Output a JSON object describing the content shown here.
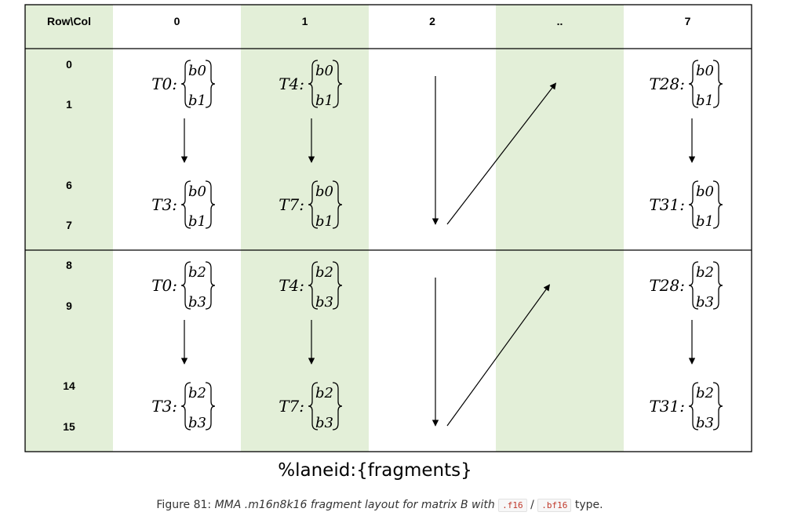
{
  "colors": {
    "shade": "#e3efd8",
    "line": "#000000",
    "code_text": "#c0392b"
  },
  "table": {
    "corner_label": "Row\\Col",
    "col_headers": [
      "0",
      "1",
      "2",
      "..",
      "7"
    ],
    "shaded_columns": [
      1,
      3
    ],
    "row_labels": [
      "0",
      "1",
      "6",
      "7",
      "8",
      "9",
      "14",
      "15"
    ],
    "blocks": [
      {
        "fragments": [
          "b0",
          "b1"
        ],
        "threads": [
          [
            "T0:",
            "T3:"
          ],
          [
            "T4:",
            "T7:"
          ],
          null,
          null,
          [
            "T28:",
            "T31:"
          ]
        ]
      },
      {
        "fragments": [
          "b2",
          "b3"
        ],
        "threads": [
          [
            "T0:",
            "T3:"
          ],
          [
            "T4:",
            "T7:"
          ],
          null,
          null,
          [
            "T28:",
            "T31:"
          ]
        ]
      }
    ]
  },
  "legend": "%laneid:{fragments}",
  "caption": {
    "prefix": "Figure 81: ",
    "text_italic": "MMA .m16n8k16 fragment layout for matrix B with ",
    "code1": ".f16",
    "separator": " / ",
    "code2": ".bf16",
    "suffix": " type."
  }
}
